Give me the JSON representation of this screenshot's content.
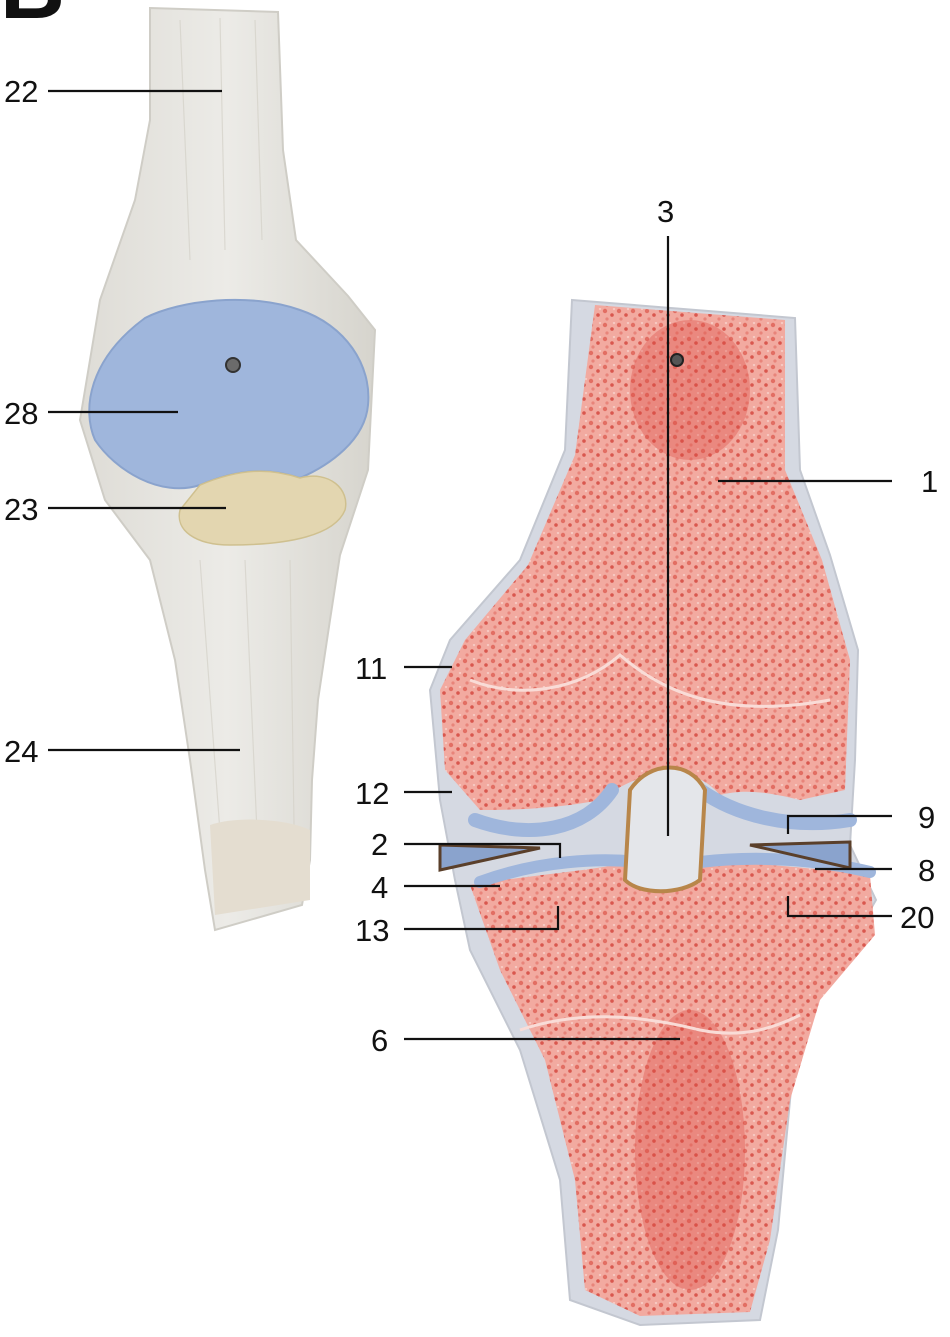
{
  "panel": {
    "letter": "B"
  },
  "labels": {
    "l22": "22",
    "l28": "28",
    "l23": "23",
    "l24": "24",
    "l3": "3",
    "l1": "1",
    "l11": "11",
    "l12": "12",
    "l2": "2",
    "l4": "4",
    "l13": "13",
    "l9": "9",
    "l8": "8",
    "l20": "20",
    "l6": "6"
  },
  "colors": {
    "ligament": "#e6e4df",
    "cartilage": "#9fb6dc",
    "fat_pad": "#e3d6b0",
    "bone_marrow": "#ef9c91",
    "bone_marrow_dark": "#dc4a43",
    "capsule": "#d5d9e2"
  }
}
